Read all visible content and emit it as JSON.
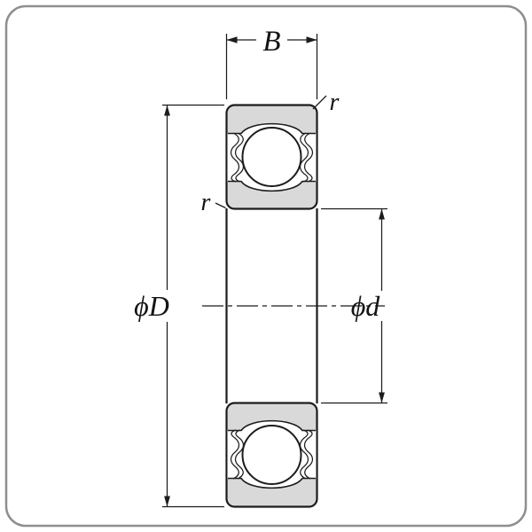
{
  "diagram": {
    "kind": "deep-groove-ball-bearing-cross-section",
    "labels": {
      "width": "B",
      "outer_diameter": "ϕD",
      "bore_diameter": "ϕd",
      "outer_corner_radius": "r",
      "inner_corner_radius": "r"
    },
    "colors": {
      "line": "#1c1c1c",
      "ring_fill": "#d9d9d9",
      "frame_border": "#8f8f8f",
      "background": "#ffffff"
    }
  }
}
